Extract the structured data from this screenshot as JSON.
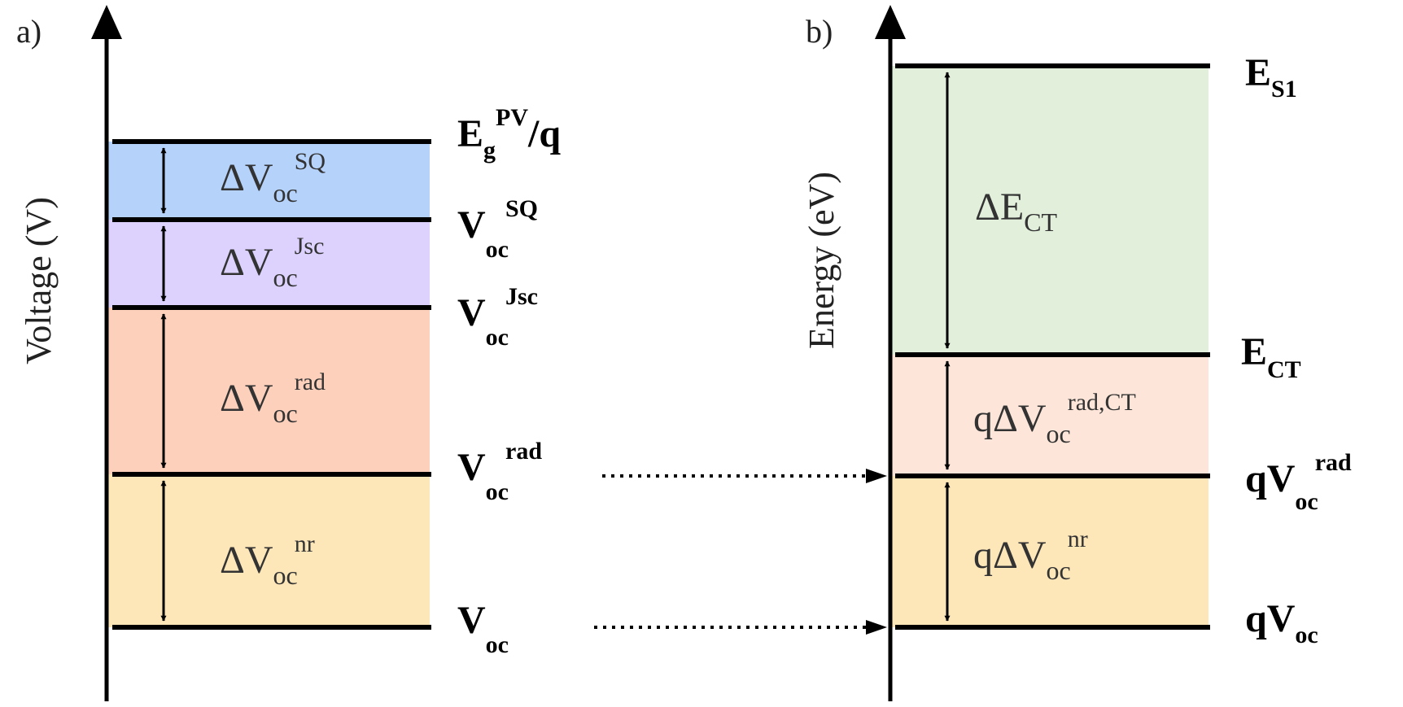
{
  "panel_a": {
    "label": "a)",
    "axis_label": "Voltage (V)",
    "bands": [
      {
        "name": "sq",
        "color": "#b5d2fb",
        "main": "ΔV",
        "sub": "oc",
        "sup": "SQ"
      },
      {
        "name": "jsc",
        "color": "#dcd2fd",
        "main": "ΔV",
        "sub": "oc",
        "sup": "Jsc"
      },
      {
        "name": "rad",
        "color": "#fdd0bc",
        "main": "ΔV",
        "sub": "oc",
        "sup": "rad"
      },
      {
        "name": "nr",
        "color": "#fde6b8",
        "main": "ΔV",
        "sub": "oc",
        "sup": "nr"
      }
    ],
    "levels": [
      {
        "name": "egpv",
        "main": "E",
        "sub": "g",
        "sup": "PV",
        "suffix": "/q"
      },
      {
        "name": "voc-sq",
        "main": "V",
        "sub": "oc",
        "sup": "SQ"
      },
      {
        "name": "voc-jsc",
        "main": "V",
        "sub": "oc",
        "sup": "Jsc"
      },
      {
        "name": "voc-rad",
        "main": "V",
        "sub": "oc",
        "sup": "rad"
      },
      {
        "name": "voc",
        "main": "V",
        "sub": "oc",
        "sup": ""
      }
    ]
  },
  "panel_b": {
    "label": "b)",
    "axis_label": "Energy (eV)",
    "bands": [
      {
        "name": "ct",
        "color": "#e2efdb",
        "main": "ΔE",
        "sub": "CT",
        "sup": ""
      },
      {
        "name": "rad-ct",
        "color": "#fde6d9",
        "main": "qΔV",
        "sub": "oc",
        "sup": "rad,CT"
      },
      {
        "name": "nr",
        "color": "#fde6b8",
        "main": "qΔV",
        "sub": "oc",
        "sup": "nr"
      }
    ],
    "levels": [
      {
        "name": "es1",
        "main": "E",
        "sub": "S1",
        "sup": ""
      },
      {
        "name": "ect",
        "main": "E",
        "sub": "CT",
        "sup": ""
      },
      {
        "name": "qvoc-rad",
        "main": "qV",
        "sub": "oc",
        "sup": "rad"
      },
      {
        "name": "qvoc",
        "main": "qV",
        "sub": "oc",
        "sup": ""
      }
    ]
  },
  "colors": {
    "line": "#000000"
  }
}
